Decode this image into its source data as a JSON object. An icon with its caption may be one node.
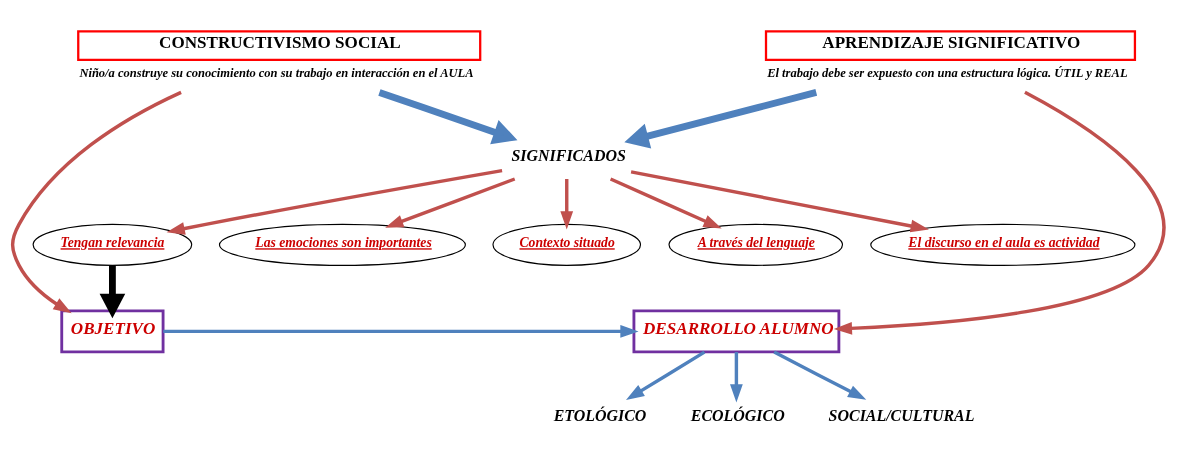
{
  "diagram": {
    "nodes": [
      {
        "text": [
          "CONSTRUCTIVISMO SOCIAL"
        ],
        "beside": [
          "Niño/a construye su conocimiento con su trabajo en interacción en el AULA"
        ]
      },
      {
        "text": [
          "APRENDIZAJE SIGNIFICATIVO"
        ],
        "beside": [
          "El trabajo debe ser expuesto con una estructura lógica. ÚTIL y REAL"
        ]
      },
      {
        "text": [
          "SIGNIFICADOS"
        ]
      },
      {
        "text": [
          "A través del lenguaje"
        ]
      },
      {
        "text": [
          "El discurso en el aula es actividad"
        ]
      },
      {
        "text": [
          "Tengan relevancia"
        ]
      },
      {
        "text": [
          "Las emociones son importantes"
        ]
      },
      {
        "text": [
          "Contexto situado"
        ]
      },
      {
        "text": [
          "OBJETIVO"
        ]
      },
      {
        "text": [
          "DESARROLLO ALUMNO"
        ]
      },
      {
        "text": [
          "ETOLÓGICO"
        ]
      },
      {
        "text": [
          "ECOLÓGICO"
        ]
      },
      {
        "text": [
          "SOCIAL/CULTURAL"
        ]
      }
    ],
    "edges": [
      {
        "from": 0,
        "to": 2,
        "arrow": "to",
        "style": "thick",
        "color": "#4f81bd"
      },
      {
        "from": 1,
        "to": 2,
        "arrow": "to",
        "style": "thick",
        "color": "#4f81bd"
      },
      {
        "from": 2,
        "to": 3,
        "arrow": "to"
      },
      {
        "from": 2,
        "to": 4,
        "arrow": "to"
      },
      {
        "from": 2,
        "to": 5,
        "arrow": "to"
      },
      {
        "from": 2,
        "to": 6,
        "arrow": "to"
      },
      {
        "from": 2,
        "to": 7,
        "arrow": "to"
      },
      {
        "from": 5,
        "to": 8,
        "arrow": "to",
        "style": "thick",
        "color": "#000000"
      },
      {
        "from": 0,
        "to": 8,
        "arrow": "to"
      },
      {
        "from": 1,
        "to": 9,
        "arrow": "to"
      },
      {
        "from": 8,
        "to": 9,
        "arrow": "to",
        "color": "#4f81bd"
      },
      {
        "from": 9,
        "to": 10,
        "arrow": "to",
        "color": "#4f81bd"
      },
      {
        "from": 9,
        "to": 11,
        "arrow": "to",
        "color": "#4f81bd"
      },
      {
        "from": 9,
        "to": 12,
        "arrow": "to",
        "color": "#4f81bd"
      }
    ]
  }
}
